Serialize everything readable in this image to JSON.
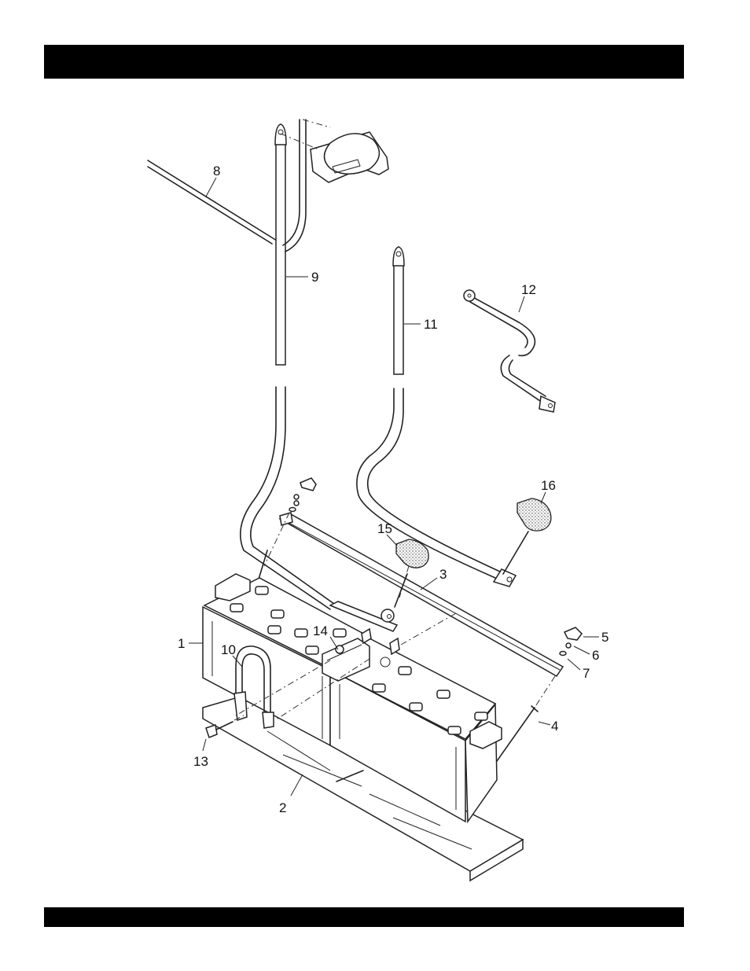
{
  "header_bar_color": "#000000",
  "footer_bar_color": "#000000",
  "callouts": [
    {
      "id": "c1",
      "label": "1"
    },
    {
      "id": "c2",
      "label": "2"
    },
    {
      "id": "c3",
      "label": "3"
    },
    {
      "id": "c4",
      "label": "4"
    },
    {
      "id": "c5",
      "label": "5"
    },
    {
      "id": "c6",
      "label": "6"
    },
    {
      "id": "c7",
      "label": "7"
    },
    {
      "id": "c8",
      "label": "8"
    },
    {
      "id": "c9",
      "label": "9"
    },
    {
      "id": "c10",
      "label": "10"
    },
    {
      "id": "c11",
      "label": "11"
    },
    {
      "id": "c12",
      "label": "12"
    },
    {
      "id": "c13",
      "label": "13"
    },
    {
      "id": "c14",
      "label": "14"
    },
    {
      "id": "c15",
      "label": "15"
    },
    {
      "id": "c16",
      "label": "16"
    }
  ]
}
